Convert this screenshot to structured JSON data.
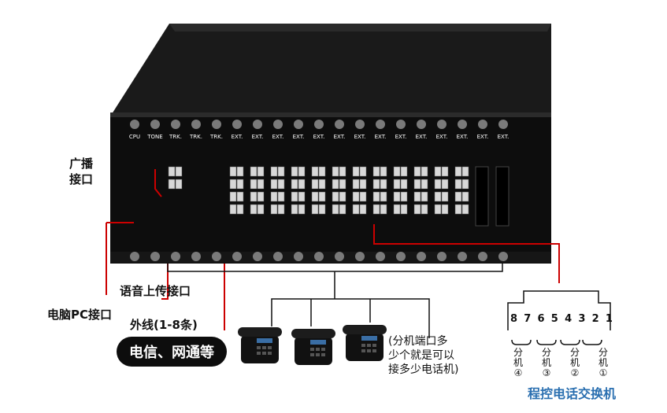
{
  "labels": {
    "broadcast": "广播\n接口",
    "voice_upload": "语音上传接口",
    "pc_port": "电脑PC接口",
    "trunk": "外线(1-8条)",
    "carrier": "电信、网通等",
    "note": "(分机端口多\n少个就是可以\n接多少电话机)",
    "brand": "程控电话交换机"
  },
  "slots": [
    "CPU",
    "TONE",
    "TRK.",
    "TRK.",
    "TRK.",
    "EXT.",
    "EXT.",
    "EXT.",
    "EXT.",
    "EXT.",
    "EXT.",
    "EXT.",
    "EXT.",
    "EXT.",
    "EXT.",
    "EXT.",
    "EXT.",
    "EXT.",
    "EXT."
  ],
  "pins": [
    "8",
    "7",
    "6",
    "5",
    "4",
    "3",
    "2",
    "1"
  ],
  "extensions": [
    {
      "lines": [
        "分",
        "机",
        "④"
      ]
    },
    {
      "lines": [
        "分",
        "机",
        "③"
      ]
    },
    {
      "lines": [
        "分",
        "机",
        "②"
      ]
    },
    {
      "lines": [
        "分",
        "机",
        "①"
      ]
    }
  ],
  "colors": {
    "accent_red": "#cc0000",
    "brand_blue": "#2a6fb0",
    "chassis": "#111111"
  }
}
